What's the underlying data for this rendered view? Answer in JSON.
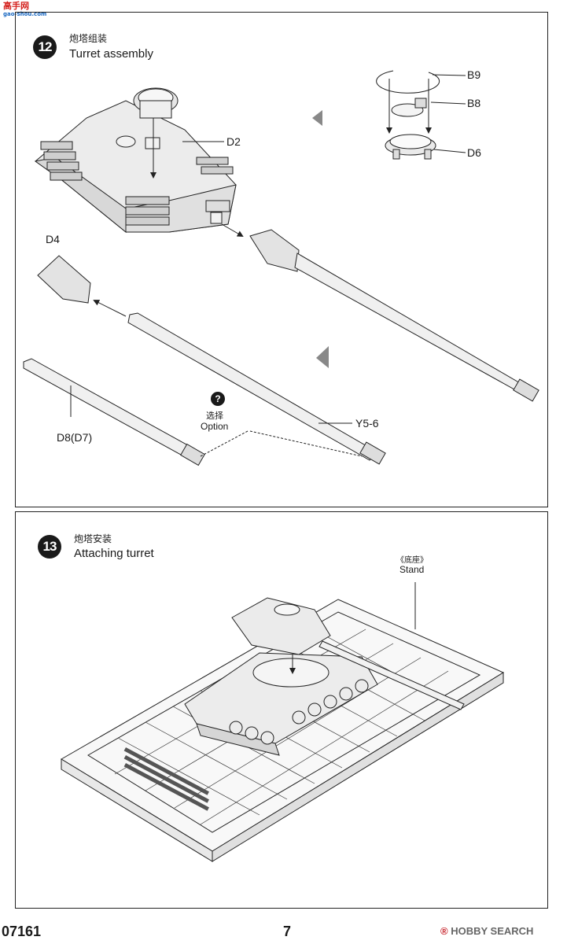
{
  "watermark_top": {
    "name": "高手网",
    "url": "gao-shou.com"
  },
  "step12": {
    "number": "12",
    "title_cn": "炮塔组装",
    "title_en": "Turret assembly",
    "parts": {
      "b9": "B9",
      "b8": "B8",
      "d6": "D6",
      "d2": "D2",
      "d4": "D4",
      "y56": "Y5-6",
      "d8": "D8(D7)"
    },
    "option_mark": "?",
    "option_cn": "选择",
    "option_en": "Option"
  },
  "step13": {
    "number": "13",
    "title_cn": "炮塔安装",
    "title_en": "Attaching turret",
    "stand_cn": "《底座》",
    "stand_en": "Stand"
  },
  "footer": {
    "code": "07161",
    "page": "7",
    "watermark_brand": "HOBBY SEARCH",
    "watermark_reg": "®"
  }
}
